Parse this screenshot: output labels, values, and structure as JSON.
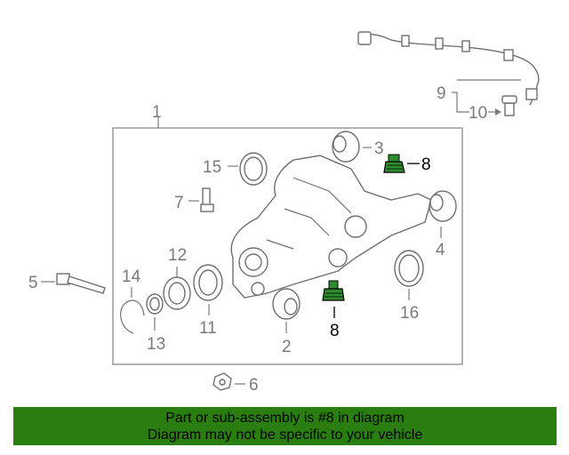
{
  "labels": {
    "n1": "1",
    "n2": "2",
    "n3": "3",
    "n4": "4",
    "n5": "5",
    "n6": "6",
    "n7": "7",
    "n8a": "8",
    "n8b": "8",
    "n9": "9",
    "n10": "10",
    "n11": "11",
    "n12": "12",
    "n13": "13",
    "n14": "14",
    "n15": "15",
    "n16": "16"
  },
  "banner": {
    "line1": "Part or sub-assembly is #8 in diagram",
    "line2": "Diagram may not be specific to your vehicle"
  },
  "colors": {
    "highlight_part": "#2e8b2e",
    "banner_bg": "#2a7d0f",
    "line_art": "#6f6f6f"
  }
}
